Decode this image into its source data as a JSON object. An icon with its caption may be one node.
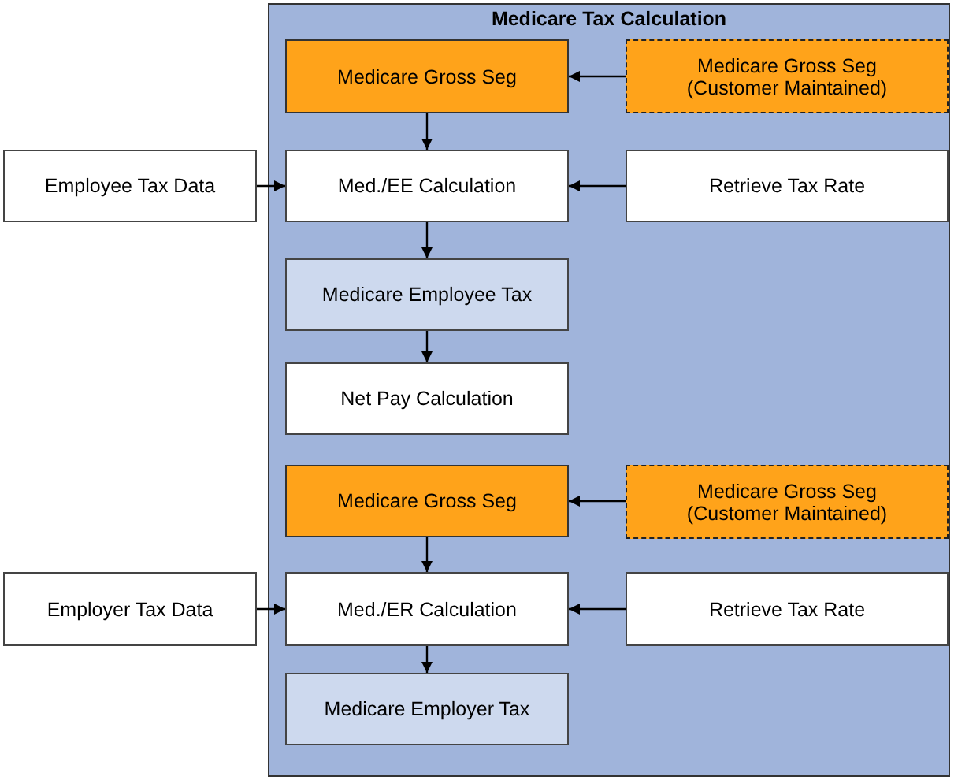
{
  "diagram": {
    "nodes": [
      {
        "text": [
          "Medicare Tax Calculation"
        ]
      },
      {
        "text": [
          "Medicare Gross Seg"
        ],
        "in": 0
      },
      {
        "text": [
          "Medicare Gross Seg (Customer Maintained)"
        ],
        "in": 0
      },
      {
        "text": [
          "Employee Tax Data"
        ]
      },
      {
        "text": [
          "Med./EE Calculation"
        ],
        "in": 0
      },
      {
        "text": [
          "Retrieve Tax Rate"
        ],
        "in": 0
      },
      {
        "text": [
          "Medicare Employee Tax"
        ],
        "in": 0
      },
      {
        "text": [
          "Net Pay Calculation"
        ],
        "in": 0
      },
      {
        "text": [
          "Medicare Gross Seg"
        ],
        "in": 0
      },
      {
        "text": [
          "Medicare Gross Seg (Customer Maintained)"
        ],
        "in": 0
      },
      {
        "text": [
          "Employer Tax Data"
        ]
      },
      {
        "text": [
          "Med./ER Calculation"
        ],
        "in": 0
      },
      {
        "text": [
          "Retrieve Tax Rate"
        ],
        "in": 0
      },
      {
        "text": [
          "Medicare Employer Tax"
        ],
        "in": 0
      }
    ],
    "edges": [
      {
        "from": 2,
        "to": 1,
        "arrow": "to"
      },
      {
        "from": 1,
        "to": 4,
        "arrow": "to"
      },
      {
        "from": 3,
        "to": 4,
        "arrow": "to"
      },
      {
        "from": 5,
        "to": 4,
        "arrow": "to"
      },
      {
        "from": 4,
        "to": 6,
        "arrow": "to"
      },
      {
        "from": 6,
        "to": 7,
        "arrow": "to"
      },
      {
        "from": 9,
        "to": 8,
        "arrow": "to"
      },
      {
        "from": 8,
        "to": 11,
        "arrow": "to"
      },
      {
        "from": 10,
        "to": 11,
        "arrow": "to"
      },
      {
        "from": 12,
        "to": 11,
        "arrow": "to"
      },
      {
        "from": 11,
        "to": 13,
        "arrow": "to"
      }
    ]
  }
}
